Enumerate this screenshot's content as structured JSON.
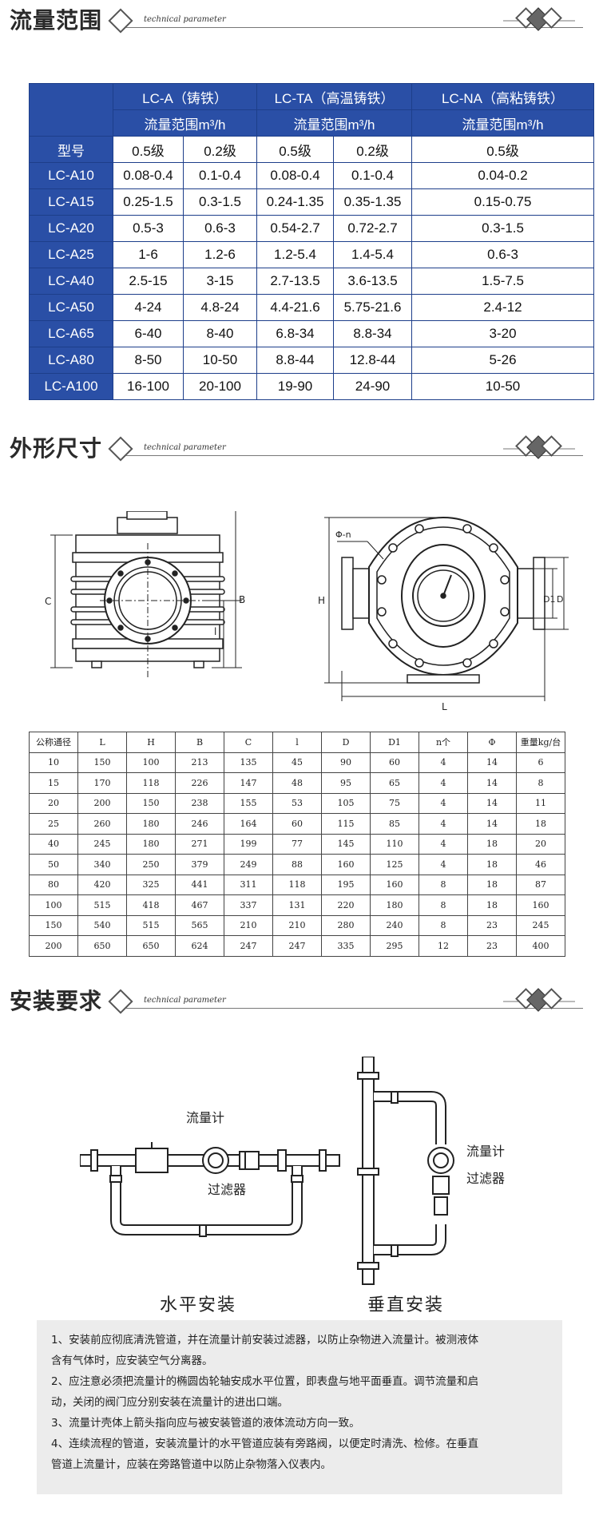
{
  "sections": {
    "flow": {
      "title": "流量范围",
      "subtitle": "technical parameter"
    },
    "dims": {
      "title": "外形尺寸",
      "subtitle": "technical parameter"
    },
    "install": {
      "title": "安装要求",
      "subtitle": "technical parameter"
    }
  },
  "flow_table": {
    "groups": [
      "LC-A（铸铁）",
      "LC-TA（高温铸铁）",
      "LC-NA（高粘铸铁）"
    ],
    "unit_label": "流量范围m³/h",
    "grade_header": "型号",
    "grades": [
      "0.5级",
      "0.2级",
      "0.5级",
      "0.2级",
      "0.5级"
    ],
    "rows": [
      [
        "LC-A10",
        "0.08-0.4",
        "0.1-0.4",
        "0.08-0.4",
        "0.1-0.4",
        "0.04-0.2"
      ],
      [
        "LC-A15",
        "0.25-1.5",
        "0.3-1.5",
        "0.24-1.35",
        "0.35-1.35",
        "0.15-0.75"
      ],
      [
        "LC-A20",
        "0.5-3",
        "0.6-3",
        "0.54-2.7",
        "0.72-2.7",
        "0.3-1.5"
      ],
      [
        "LC-A25",
        "1-6",
        "1.2-6",
        "1.2-5.4",
        "1.4-5.4",
        "0.6-3"
      ],
      [
        "LC-A40",
        "2.5-15",
        "3-15",
        "2.7-13.5",
        "3.6-13.5",
        "1.5-7.5"
      ],
      [
        "LC-A50",
        "4-24",
        "4.8-24",
        "4.4-21.6",
        "5.75-21.6",
        "2.4-12"
      ],
      [
        "LC-A65",
        "6-40",
        "8-40",
        "6.8-34",
        "8.8-34",
        "3-20"
      ],
      [
        "LC-A80",
        "8-50",
        "10-50",
        "8.8-44",
        "12.8-44",
        "5-26"
      ],
      [
        "LC-A100",
        "16-100",
        "20-100",
        "19-90",
        "24-90",
        "10-50"
      ]
    ]
  },
  "drawing_labels": {
    "left": {
      "c": "C",
      "b": "B",
      "l": "l"
    },
    "right": {
      "phi_n": "Φ-n",
      "h": "H",
      "d1": "D1",
      "d": "D",
      "l": "L"
    }
  },
  "dim_table": {
    "headers": [
      "公称通径",
      "L",
      "H",
      "B",
      "C",
      "l",
      "D",
      "D1",
      "n个",
      "Φ",
      "重量kg/台"
    ],
    "rows": [
      [
        "10",
        "150",
        "100",
        "213",
        "135",
        "45",
        "90",
        "60",
        "4",
        "14",
        "6"
      ],
      [
        "15",
        "170",
        "118",
        "226",
        "147",
        "48",
        "95",
        "65",
        "4",
        "14",
        "8"
      ],
      [
        "20",
        "200",
        "150",
        "238",
        "155",
        "53",
        "105",
        "75",
        "4",
        "14",
        "11"
      ],
      [
        "25",
        "260",
        "180",
        "246",
        "164",
        "60",
        "115",
        "85",
        "4",
        "14",
        "18"
      ],
      [
        "40",
        "245",
        "180",
        "271",
        "199",
        "77",
        "145",
        "110",
        "4",
        "18",
        "20"
      ],
      [
        "50",
        "340",
        "250",
        "379",
        "249",
        "88",
        "160",
        "125",
        "4",
        "18",
        "46"
      ],
      [
        "80",
        "420",
        "325",
        "441",
        "311",
        "118",
        "195",
        "160",
        "8",
        "18",
        "87"
      ],
      [
        "100",
        "515",
        "418",
        "467",
        "337",
        "131",
        "220",
        "180",
        "8",
        "18",
        "160"
      ],
      [
        "150",
        "540",
        "515",
        "565",
        "210",
        "210",
        "280",
        "240",
        "8",
        "23",
        "245"
      ],
      [
        "200",
        "650",
        "650",
        "624",
        "247",
        "247",
        "335",
        "295",
        "12",
        "23",
        "400"
      ]
    ]
  },
  "install": {
    "horizontal": {
      "meter": "流量计",
      "filter": "过滤器",
      "caption": "水平安装"
    },
    "vertical": {
      "meter": "流量计",
      "filter": "过滤器",
      "caption": "垂直安装"
    }
  },
  "notes": [
    "1、安装前应彻底清洗管道，并在流量计前安装过滤器，以防止杂物进入流量计。被测液体",
    "含有气体时，应安装空气分离器。",
    "2、应注意必须把流量计的椭圆齿轮轴安成水平位置，即表盘与地平面垂直。调节流量和启",
    "动，关闭的阀门应分别安装在流量计的进出口端。",
    "3、流量计壳体上箭头指向应与被安装管道的液体流动方向一致。",
    "4、连续流程的管道，安装流量计的水平管道应装有旁路阀，以便定时清洗、检修。在垂直",
    "管道上流量计，应装在旁路管道中以防止杂物落入仪表内。"
  ]
}
